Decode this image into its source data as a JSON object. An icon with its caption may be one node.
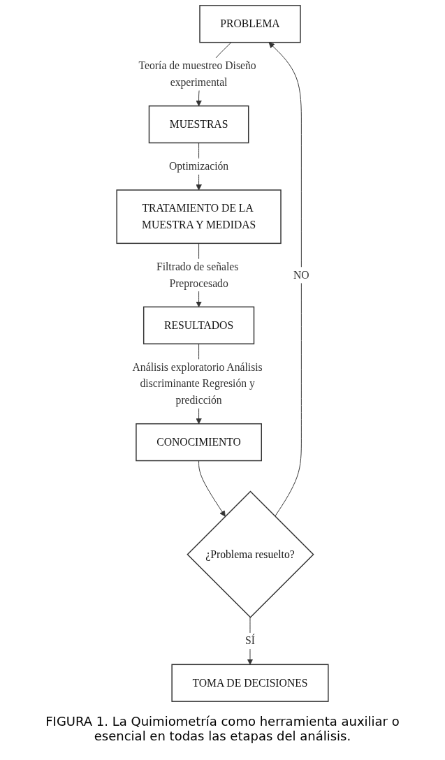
{
  "diagram": {
    "caption": "FIGURA 1. La Quimiometría como herramienta auxiliar o esencial en todas las etapas del análisis.",
    "nodes": [
      {
        "text": [
          "PROBLEMA"
        ]
      },
      {
        "text": [
          "MUESTRAS"
        ]
      },
      {
        "text": [
          "TRATAMIENTO DE LA MUESTRA Y MEDIDAS"
        ]
      },
      {
        "text": [
          "RESULTADOS"
        ]
      },
      {
        "text": [
          "CONOCIMIENTO"
        ]
      },
      {
        "text": [
          "¿Problema resuelto?"
        ]
      },
      {
        "text": [
          "TOMA DE DECISIONES"
        ]
      }
    ],
    "edges": [
      {
        "from": 0,
        "to": 1,
        "arrow": "to",
        "label": "Teoría de muestreo Diseño experimental"
      },
      {
        "from": 1,
        "to": 2,
        "arrow": "to",
        "label": "Optimización"
      },
      {
        "from": 2,
        "to": 3,
        "arrow": "to",
        "label": "Filtrado de señales Preprocesado"
      },
      {
        "from": 3,
        "to": 4,
        "arrow": "to",
        "label": "Análisis exploratorio Análisis discriminante Regresión y predicción"
      },
      {
        "from": 4,
        "to": 5,
        "arrow": "to"
      },
      {
        "from": 5,
        "to": 0,
        "arrow": "to",
        "label": "NO"
      },
      {
        "from": 5,
        "to": 6,
        "arrow": "to",
        "label": "SÍ"
      }
    ]
  }
}
